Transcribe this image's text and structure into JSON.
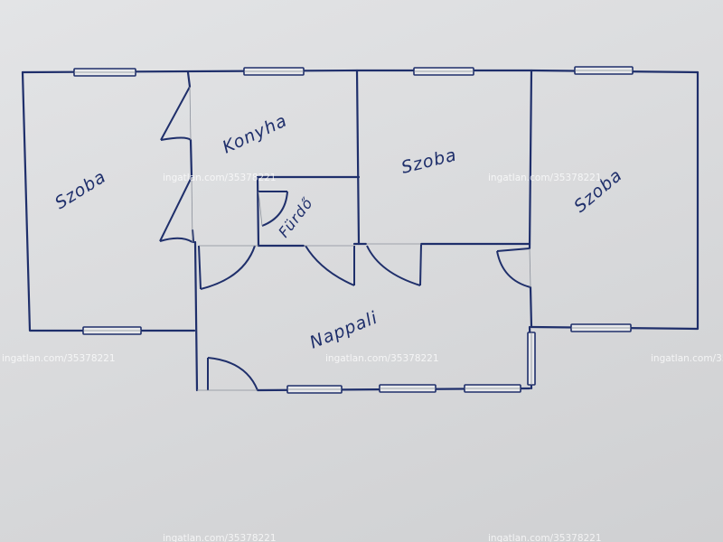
{
  "rooms": {
    "room_left": "Szoba",
    "kitchen": "Konyha",
    "bathroom": "Fürdő",
    "room_middle": "Szoba",
    "room_right": "Szoba",
    "living_room": "Nappali"
  },
  "watermark": {
    "text": "ingatlan.com/35378221"
  },
  "colors": {
    "ink": "#1f2f6b",
    "paper": "#d9dadc",
    "watermark": "#ffffff"
  }
}
